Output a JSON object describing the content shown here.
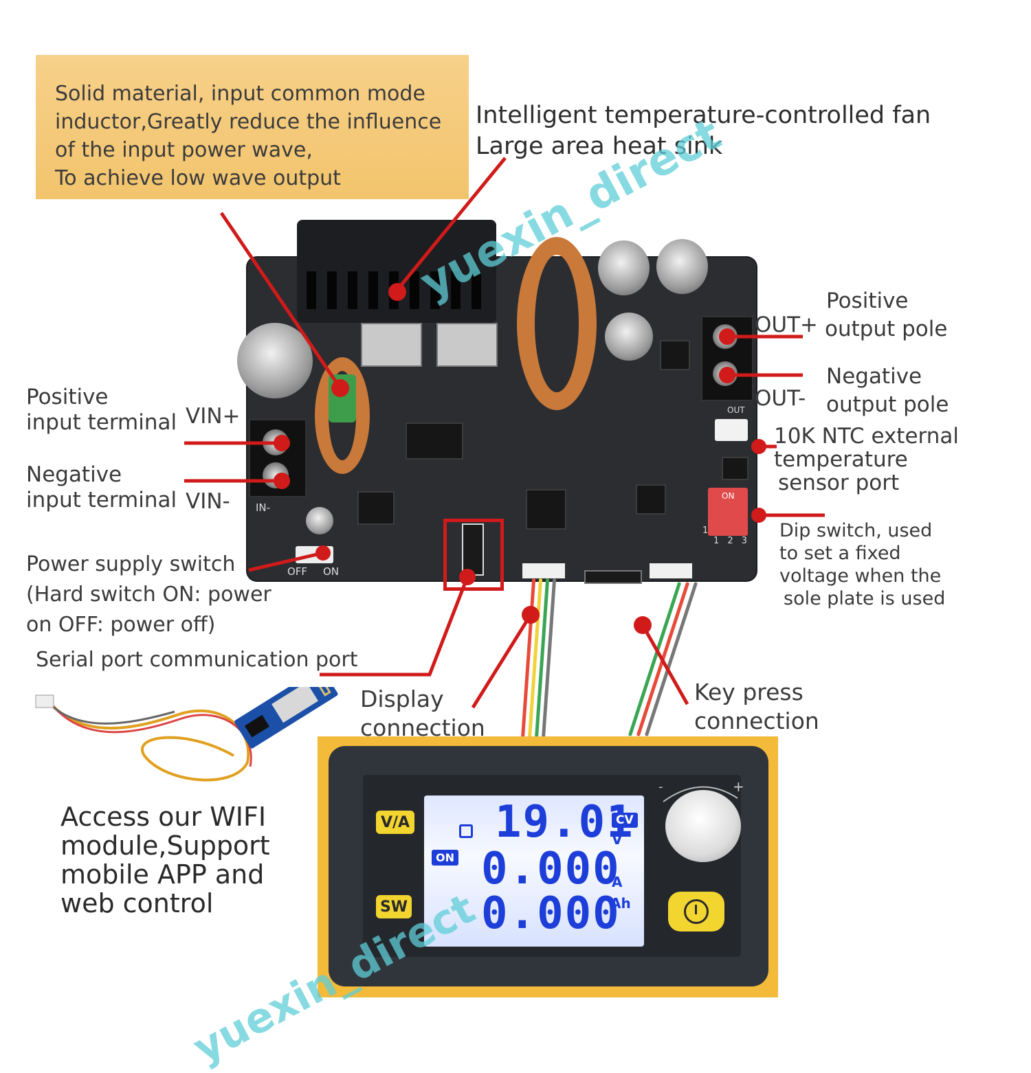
{
  "callout": {
    "line1": "Solid material, input common mode",
    "line2": "inductor,Greatly reduce the influence",
    "line3": "of the input power wave,",
    "line4": "To achieve low wave output"
  },
  "fan_label": {
    "line1": "Intelligent temperature-controlled fan",
    "line2": "Large area heat sink"
  },
  "left_labels": {
    "pos_input_line1": "Positive",
    "pos_input_line2": "input terminal",
    "vin_plus": "VIN+",
    "neg_input_line1": "Negative",
    "neg_input_line2": "input terminal",
    "vin_minus": "VIN-",
    "switch_line1": "Power supply switch",
    "switch_line2": "(Hard switch ON: power",
    "switch_line3": "on OFF: power off)",
    "serial": "Serial port communication port"
  },
  "right_labels": {
    "out_plus": "OUT+",
    "pos_output_line1": "Positive",
    "pos_output_line2": "output pole",
    "out_minus": "OUT-",
    "neg_output_line1": "Negative",
    "neg_output_line2": "output pole",
    "ntc_line1": "10K NTC external",
    "ntc_line2": "temperature",
    "ntc_line3": "sensor port",
    "dip_line1": "Dip switch, used",
    "dip_line2": "to set a fixed",
    "dip_line3": "voltage when the",
    "dip_line4": "sole plate is used"
  },
  "connections": {
    "display_line1": "Display",
    "display_line2": "connection",
    "key_line1": "Key press",
    "key_line2": "connection"
  },
  "wifi": {
    "line1": "Access our WIFI",
    "line2": "module,Support",
    "line3": "mobile APP and",
    "line4": "web control"
  },
  "board_silkscreen": {
    "off": "OFF",
    "on": "ON",
    "in_minus": "IN-",
    "out": "OUT",
    "dip_nums": "1 2 3",
    "dip_one": "1",
    "dip_on": "ON"
  },
  "display": {
    "btn_va": "V/A",
    "btn_sw": "SW",
    "voltage": "19.01",
    "current": "0.000",
    "capacity": "0.000",
    "unit_v": "V",
    "unit_a": "A",
    "unit_ah": "Ah",
    "mode_badge": "CV",
    "on_badge": "ON",
    "knob_minus": "-",
    "knob_plus": "+"
  },
  "watermark": {
    "top": "yuexin_direct",
    "bottom": "yuexin_direct"
  },
  "colors": {
    "callout_bg": "#f2c46c",
    "annotation_red": "#d11a1a",
    "lcd_blue": "#1d3ed8",
    "button_yellow": "#f3d530",
    "watermark": "#5fcdd7"
  }
}
